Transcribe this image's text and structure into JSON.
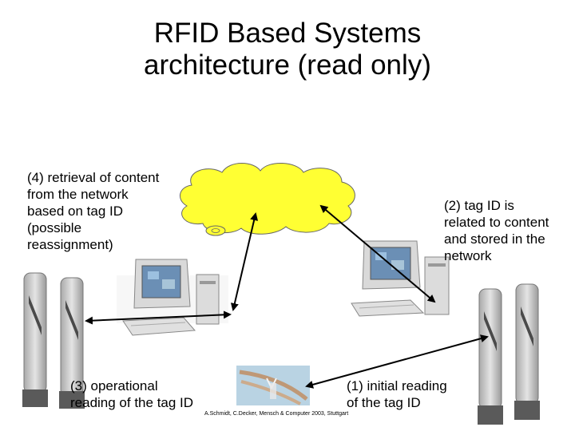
{
  "title": {
    "line1": "RFID Based Systems",
    "line2": "architecture (read only)"
  },
  "labels": {
    "step4": [
      "(4) retrieval of content",
      "from the network",
      "based on tag ID",
      "(possible",
      "reassignment)"
    ],
    "step2": [
      "(2) tag ID is",
      "related to content",
      "and stored in the",
      "network"
    ],
    "step3": [
      "(3) operational",
      "reading of the tag ID"
    ],
    "step1": [
      "(1) initial reading",
      "of the tag ID"
    ]
  },
  "credit": "A.Schmidt, C.Decker, Mensch & Computer 2003, Stuttgart",
  "colors": {
    "cloud": "#ffff33",
    "gate": "#c8c8c8",
    "gate_dark": "#606060",
    "computer": "#d8d8d8",
    "screen": "#6b8fb5",
    "arrow": "#000000"
  }
}
